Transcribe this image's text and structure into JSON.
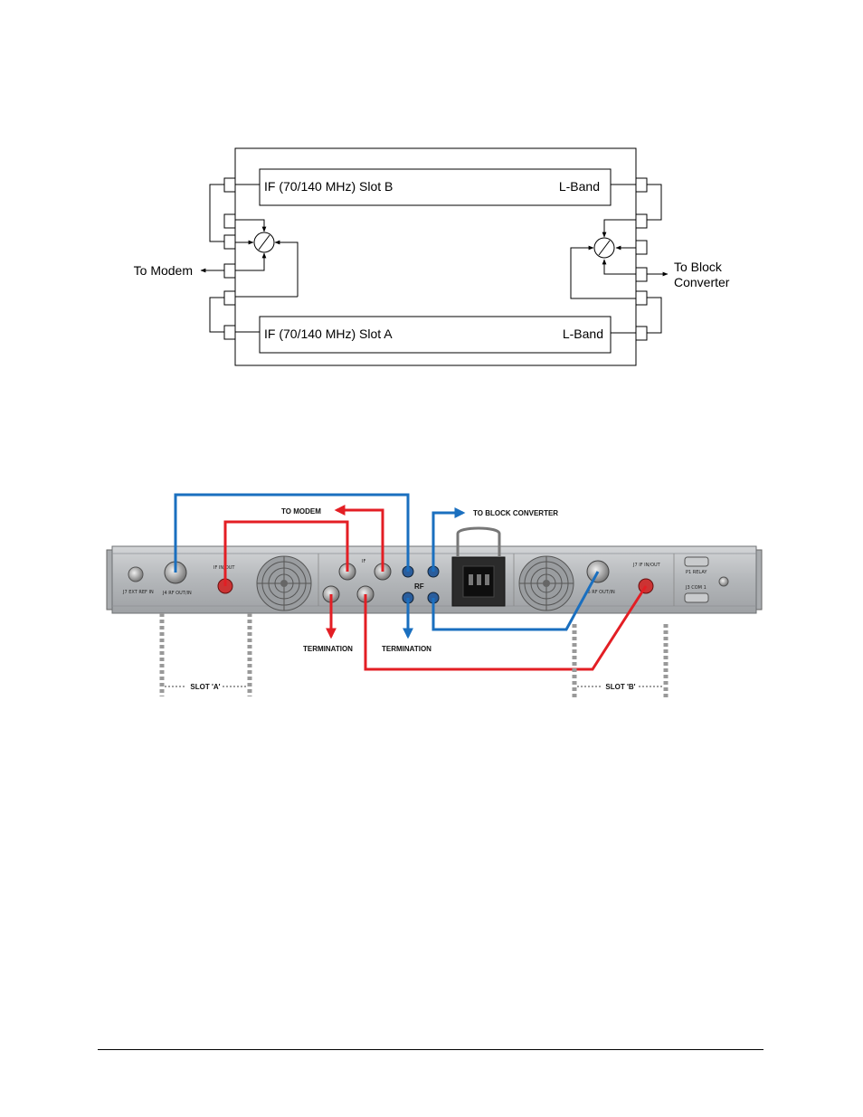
{
  "block_diagram": {
    "slot_b_if": "IF (70/140 MHz) Slot B",
    "slot_b_lband": "L-Band",
    "slot_a_if": "IF (70/140 MHz) Slot A",
    "slot_a_lband": "L-Band",
    "to_modem": "To Modem",
    "to_block_line1": "To Block",
    "to_block_line2": "Converter"
  },
  "photo_diagram": {
    "to_modem": "TO MODEM",
    "to_block_converter": "TO BLOCK CONVERTER",
    "termination_left": "TERMINATION",
    "termination_right": "TERMINATION",
    "slot_a": "SLOT 'A'",
    "slot_b": "SLOT 'B'",
    "panel_rf": "RF",
    "panel_if": "IF",
    "j7_ext_ref_in": "J7 EXT REF IN",
    "j4_rf_out_in": "J4 RF OUT/IN",
    "if_in_out_a": "IF IN/OUT",
    "j6_rf_out_in": "J6 RF OUT/IN",
    "j7_if_in_out": "J7 IF IN/OUT",
    "p1_relay": "P1 RELAY",
    "j3_com1": "J3 COM 1"
  },
  "colors": {
    "red_path": "#e31e24",
    "blue_path": "#1a6fbf",
    "panel": "#b9bcbf"
  },
  "icons": [
    "switch-icon",
    "fan-icon",
    "power-inlet-icon",
    "connector-icon"
  ]
}
